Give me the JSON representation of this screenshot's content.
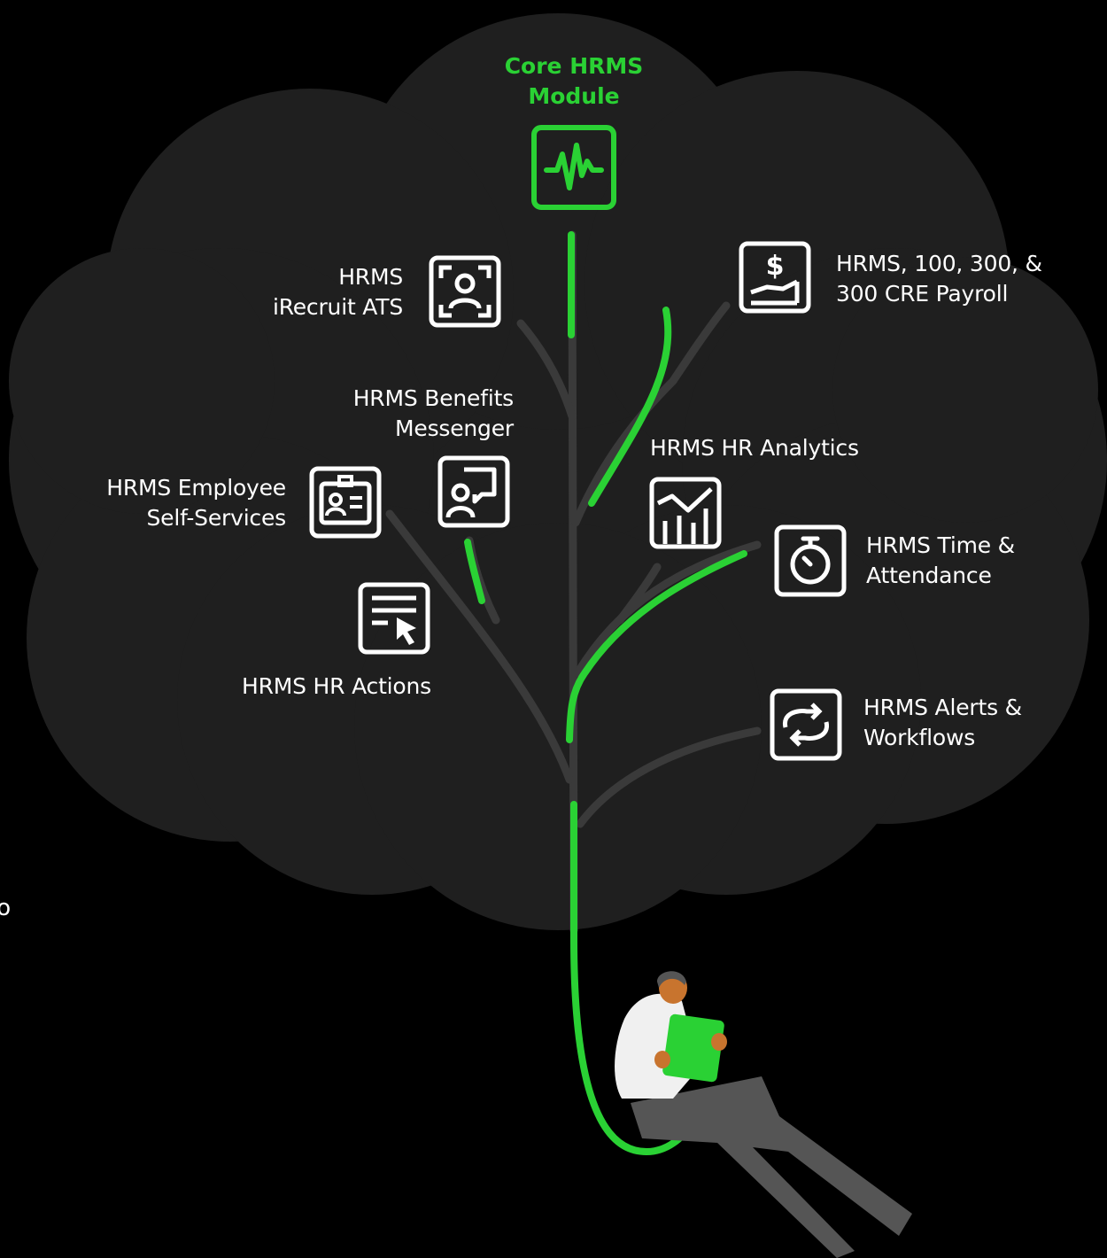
{
  "colors": {
    "background": "#000000",
    "cloud": "#1f1f1f",
    "branch": "#3a3a3a",
    "accent": "#2ad134",
    "text": "#ffffff"
  },
  "core": {
    "line1": "Core HRMS",
    "line2": "Module",
    "icon": "pulse-monitor-icon"
  },
  "modules": {
    "irecruit": {
      "line1": "HRMS",
      "line2": "iRecruit ATS",
      "icon": "recruit-person-icon"
    },
    "payroll": {
      "line1": "HRMS, 100, 300, &",
      "line2": "300 CRE Payroll",
      "icon": "dollar-hand-icon"
    },
    "benefits": {
      "line1": "HRMS Benefits",
      "line2": "Messenger",
      "icon": "chat-person-icon"
    },
    "analytics": {
      "line1": "HRMS HR Analytics",
      "icon": "bar-chart-icon"
    },
    "selfservice": {
      "line1": "HRMS Employee",
      "line2": "Self-Services",
      "icon": "id-card-icon"
    },
    "time": {
      "line1": "HRMS Time &",
      "line2": "Attendance",
      "icon": "stopwatch-icon"
    },
    "actions": {
      "line1": "HRMS HR Actions",
      "icon": "document-cursor-icon"
    },
    "alerts": {
      "line1": "HRMS Alerts &",
      "line2": "Workflows",
      "icon": "refresh-cycle-icon"
    }
  },
  "edge_fragment": "to"
}
